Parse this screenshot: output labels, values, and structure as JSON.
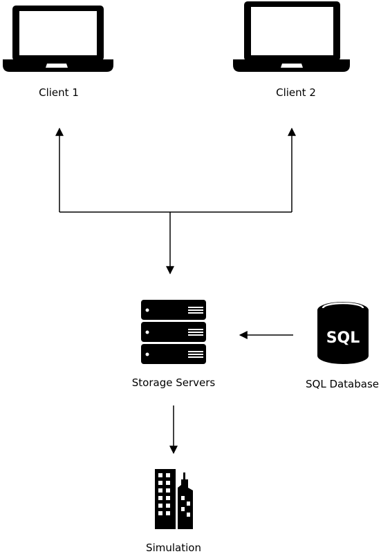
{
  "nodes": {
    "client1": {
      "label": "Client 1",
      "icon": "laptop-icon"
    },
    "client2": {
      "label": "Client 2",
      "icon": "laptop-icon"
    },
    "storage": {
      "label": "Storage Servers",
      "icon": "server-rack-icon"
    },
    "sql": {
      "label": "SQL Database",
      "icon": "database-icon",
      "icon_text": "SQL"
    },
    "simulation": {
      "label": "Simulation",
      "icon": "buildings-icon"
    }
  },
  "edges": [
    {
      "from": "storage",
      "to": "client1"
    },
    {
      "from": "storage",
      "to": "client2"
    },
    {
      "from": "client1",
      "to": "storage"
    },
    {
      "from": "sql",
      "to": "storage"
    },
    {
      "from": "storage",
      "to": "simulation"
    }
  ]
}
